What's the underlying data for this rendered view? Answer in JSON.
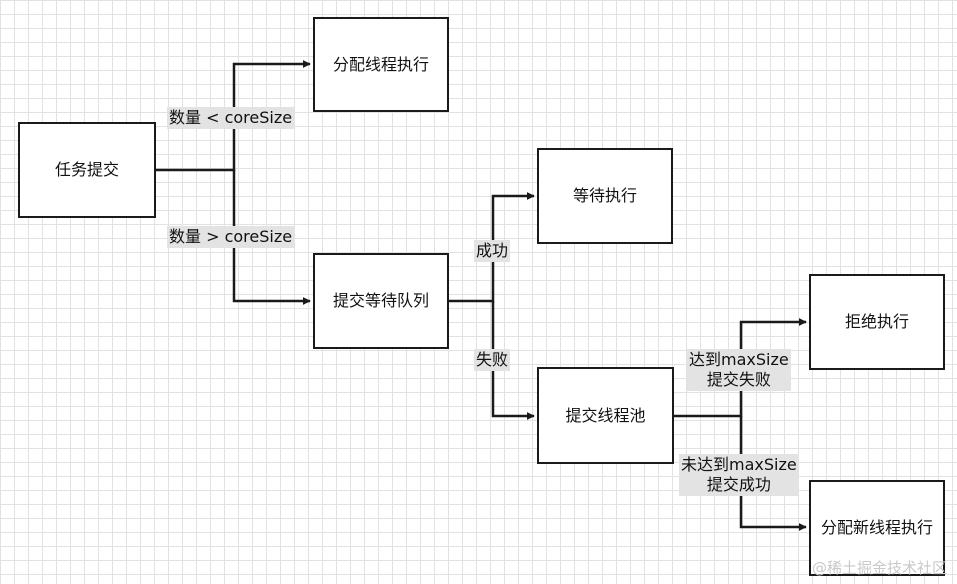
{
  "nodes": {
    "submit": "任务提交",
    "allocate": "分配线程执行",
    "wait_exec": "等待执行",
    "queue": "提交等待队列",
    "reject": "拒绝执行",
    "pool": "提交线程池",
    "new_thread": "分配新线程执行"
  },
  "edge_labels": {
    "lt_core": "数量 < coreSize",
    "gt_core": "数量 > coreSize",
    "success": "成功",
    "fail": "失败",
    "reached_max": "达到maxSize\n提交失败",
    "not_reached_max": "未达到maxSize\n提交成功"
  },
  "watermark": "@稀土掘金技术社区",
  "colors": {
    "line": "#1a1a1a",
    "grid": "#e2e2e2",
    "label_bg": "#e3e3e3"
  }
}
